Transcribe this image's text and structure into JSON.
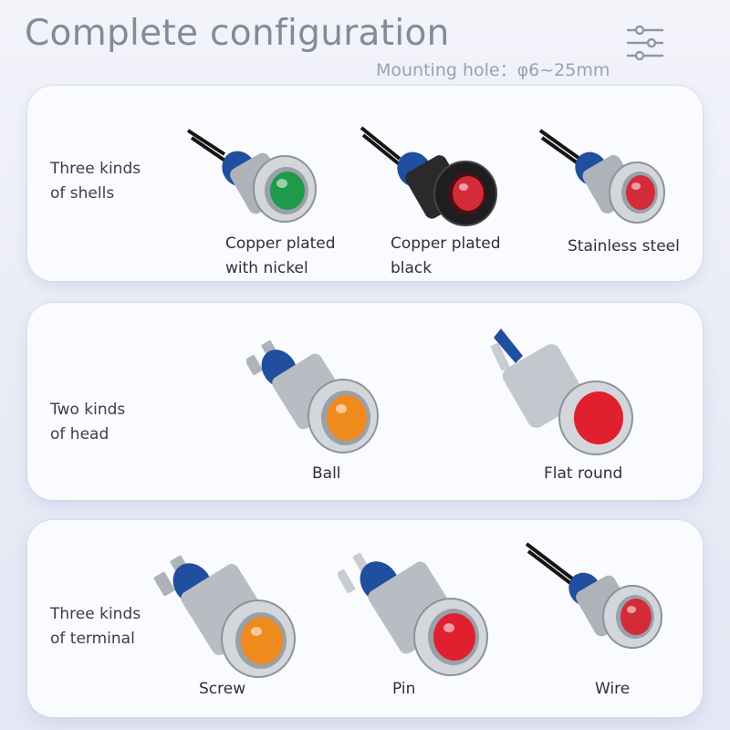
{
  "header": {
    "title": "Complete configuration",
    "subtitle": "Mounting hole：φ6~25mm",
    "menu_icon": "sliders-icon"
  },
  "shells": {
    "label_line1": "Three kinds",
    "label_line2": "of shells",
    "items": [
      {
        "line1": "Copper plated",
        "line2": "with nickel",
        "lens_color": "#1f9a4a",
        "body_color": "#c9ccd2"
      },
      {
        "line1": "Copper plated",
        "line2": "black",
        "lens_color": "#d42b38",
        "body_color": "#2a2a2d"
      },
      {
        "line1": "Stainless steel",
        "line2": "",
        "lens_color": "#d42b38",
        "body_color": "#c9ccd2"
      }
    ]
  },
  "head": {
    "label_line1": "Two kinds",
    "label_line2": "of head",
    "items": [
      {
        "line1": "Ball",
        "lens_color": "#ef8a1d"
      },
      {
        "line1": "Flat round",
        "lens_color": "#e0202e"
      }
    ]
  },
  "terminal": {
    "label_line1": "Three kinds",
    "label_line2": "of terminal",
    "items": [
      {
        "line1": "Screw",
        "lens_color": "#ef8a1d"
      },
      {
        "line1": "Pin",
        "lens_color": "#e0202e"
      },
      {
        "line1": "Wire",
        "lens_color": "#d42b38"
      }
    ]
  },
  "colors": {
    "title": "#838b97",
    "card": "#fafbff",
    "insulator_blue": "#1f4f9e",
    "metal": "#c9ccd2"
  }
}
